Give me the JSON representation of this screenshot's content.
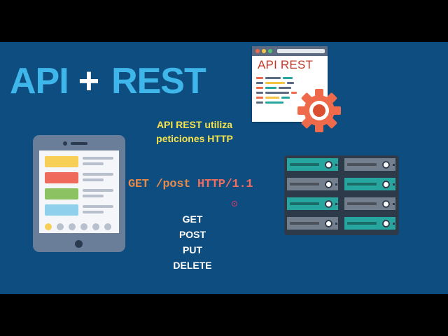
{
  "title": {
    "api": "API",
    "plus": "+",
    "rest": "REST"
  },
  "browser_window": {
    "label": "API REST"
  },
  "subtitle": {
    "line1": "API REST utiliza",
    "line2": "peticiones HTTP"
  },
  "request_line": {
    "method": "GET",
    "path": "/post",
    "protocol": "HTTP/1.1"
  },
  "methods": [
    "GET",
    "POST",
    "PUT",
    "DELETE"
  ],
  "colors": {
    "background": "#0e4d80",
    "letterbox": "#000000",
    "title_blue": "#3fb6ea",
    "subtitle_yellow": "#f7e24a",
    "request_orange": "#e5894c",
    "gear_orange": "#ef6a4a",
    "server_teal": "#27a6a0",
    "server_gray": "#737f8c"
  },
  "icons": {
    "tablet": "tablet-icon",
    "browser": "browser-window-icon",
    "gear": "gear-icon",
    "servers": "server-rack-icon"
  }
}
